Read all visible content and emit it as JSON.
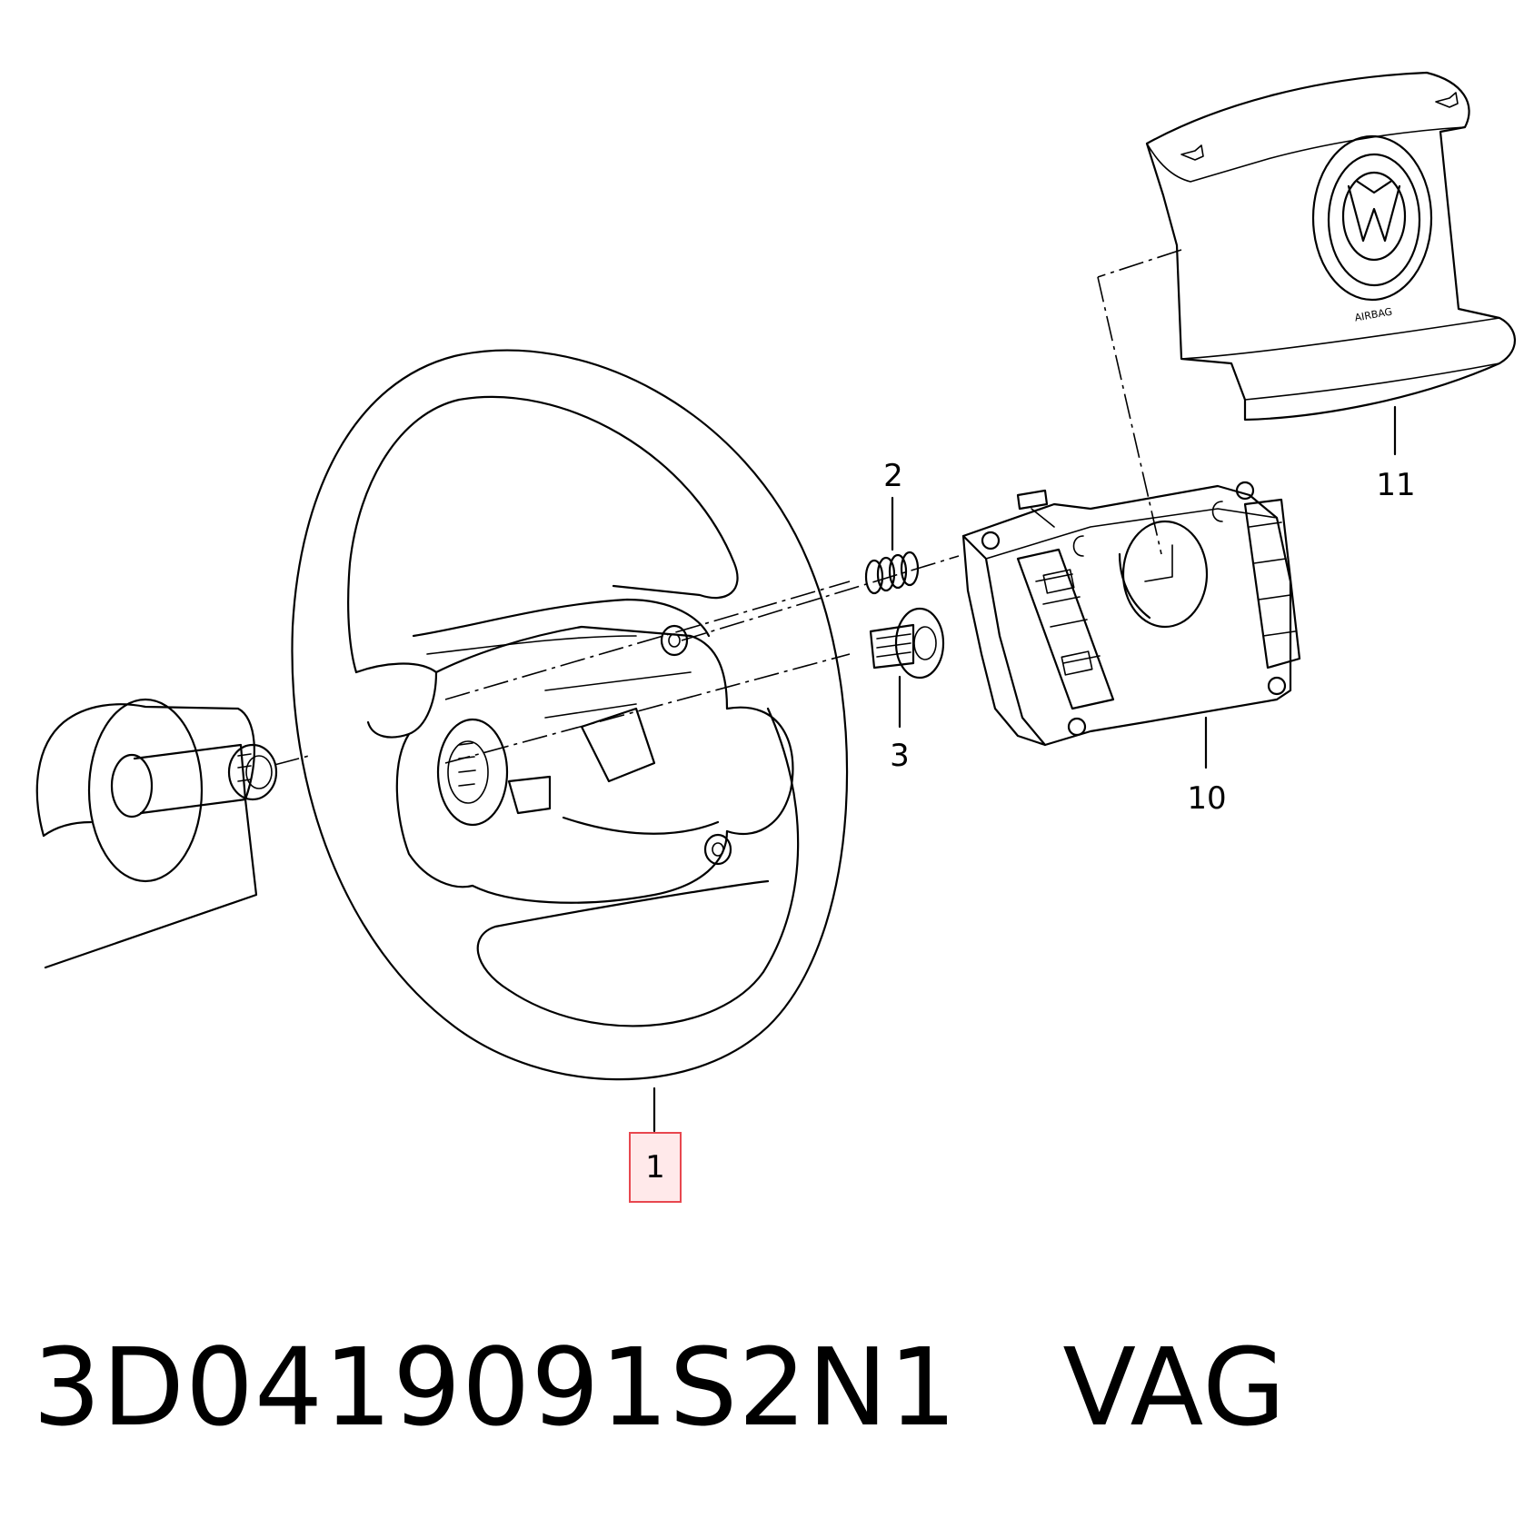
{
  "diagram": {
    "callouts": [
      {
        "id": "1",
        "label": "1",
        "highlighted": true
      },
      {
        "id": "2",
        "label": "2"
      },
      {
        "id": "3",
        "label": "3"
      },
      {
        "id": "10",
        "label": "10"
      },
      {
        "id": "11",
        "label": "11"
      }
    ],
    "airbag_text": "AIRBAG",
    "highlight_color": "#e8474f"
  },
  "caption": {
    "part_number": "3D0419091S2N1",
    "brand": "VAG"
  }
}
